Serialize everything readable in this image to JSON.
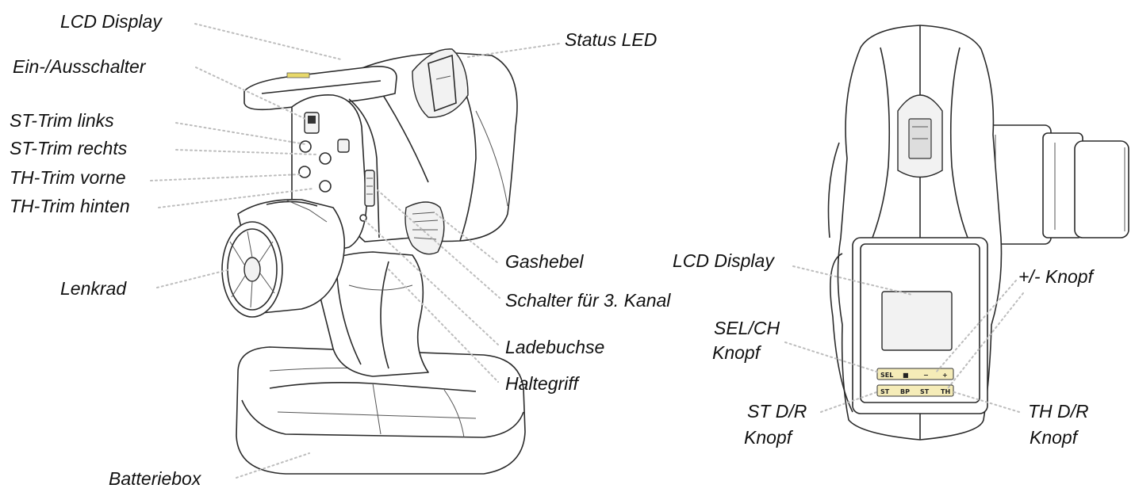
{
  "labels": {
    "lcd_display_side": "LCD Display",
    "status_led": "Status LED",
    "power_switch": "Ein-/Ausschalter",
    "st_trim_left": "ST-Trim links",
    "st_trim_right": "ST-Trim rechts",
    "th_trim_front": "TH-Trim vorne",
    "th_trim_rear": "TH-Trim hinten",
    "steering_wheel": "Lenkrad",
    "throttle_trigger": "Gashebel",
    "ch3_switch": "Schalter für 3. Kanal",
    "charging_socket": "Ladebuchse",
    "grip": "Haltegriff",
    "battery_box": "Batteriebox",
    "lcd_display_top": "LCD Display",
    "plus_minus_button": "+/- Knopf",
    "sel_ch_button_line1": "SEL/CH",
    "sel_ch_button_line2": "Knopf",
    "st_dr_button_line1": "ST D/R",
    "st_dr_button_line2": "Knopf",
    "th_dr_button_line1": "TH D/R",
    "th_dr_button_line2": "Knopf"
  },
  "panel": {
    "row1": [
      "SEL",
      "■",
      "−",
      "+"
    ],
    "row2": [
      "ST",
      "BP",
      "ST",
      "TH"
    ]
  }
}
